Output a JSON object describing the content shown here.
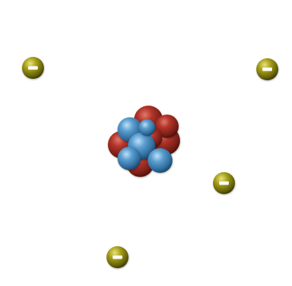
{
  "diagram": {
    "kind": "atom-model",
    "nucleus": {
      "particles": [
        {
          "type": "proton"
        },
        {
          "type": "proton"
        },
        {
          "type": "proton"
        },
        {
          "type": "proton"
        },
        {
          "type": "proton"
        },
        {
          "type": "proton"
        },
        {
          "type": "neutron"
        },
        {
          "type": "neutron"
        },
        {
          "type": "neutron"
        },
        {
          "type": "neutron"
        },
        {
          "type": "neutron"
        }
      ]
    },
    "electrons": [
      {
        "sign": "minus"
      },
      {
        "sign": "minus"
      },
      {
        "sign": "minus"
      },
      {
        "sign": "minus"
      }
    ]
  },
  "colors": {
    "background": "#ffffff",
    "proton": "#9b2b22",
    "neutron": "#4a8bbf",
    "electron": "#8a8612",
    "electron_sign": "#ffffff"
  },
  "icons": {
    "electron": "minus-sign-ball-icon",
    "proton": "red-sphere-icon",
    "neutron": "blue-sphere-icon"
  }
}
